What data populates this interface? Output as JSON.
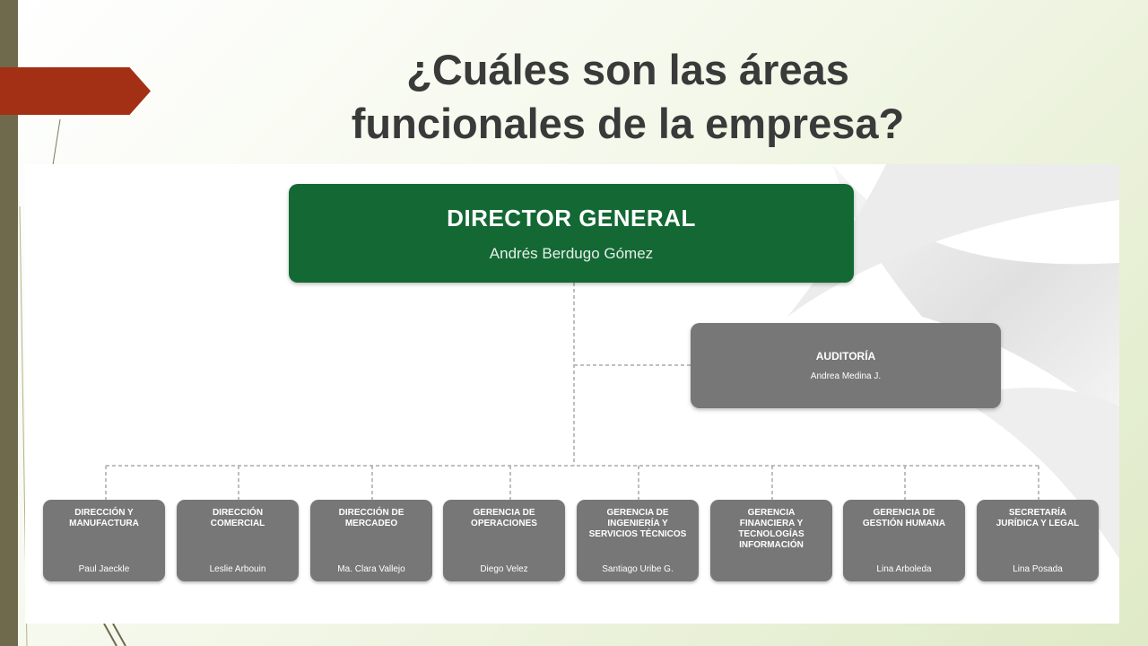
{
  "slide": {
    "title_line1": "¿Cuáles son las áreas",
    "title_line2": "funcionales de la empresa?"
  },
  "theme": {
    "director_color": "#136834",
    "box_color": "#777777",
    "accent_color": "#a33014",
    "sidebar_color": "#6f6a4c"
  },
  "org": {
    "director": {
      "role": "DIRECTOR GENERAL",
      "person": "Andrés Berdugo Gómez"
    },
    "audit": {
      "role": "AUDITORÍA",
      "person": "Andrea Medina J."
    },
    "departments": [
      {
        "role": "DIRECCIÓN Y\nMANUFACTURA",
        "person": "Paul Jaeckle"
      },
      {
        "role": "DIRECCIÓN\nCOMERCIAL",
        "person": "Leslie Arbouin"
      },
      {
        "role": "DIRECCIÓN DE\nMERCADEO",
        "person": "Ma. Clara Vallejo"
      },
      {
        "role": "GERENCIA DE\nOPERACIONES",
        "person": "Diego Velez"
      },
      {
        "role": "GERENCIA DE\nINGENIERÍA Y\nSERVICIOS TÉCNICOS",
        "person": "Santiago Uribe G."
      },
      {
        "role": "GERENCIA\nFINANCIERA Y\nTECNOLOGÍAS\nINFORMACIÓN",
        "person": ""
      },
      {
        "role": "GERENCIA DE\nGESTIÓN HUMANA",
        "person": "Lina Arboleda"
      },
      {
        "role": "SECRETARÍA\nJURÍDICA Y  LEGAL",
        "person": "Lina Posada"
      }
    ]
  }
}
